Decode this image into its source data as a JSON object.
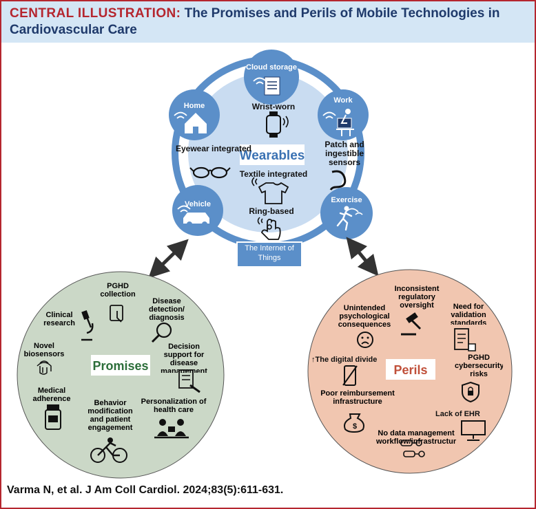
{
  "header": {
    "label": "CENTRAL ILLUSTRATION:",
    "title": "The Promises and Perils of Mobile Technologies in Cardiovascular Care"
  },
  "wearables": {
    "center_label": "Wearables",
    "devices": [
      "Wrist-worn",
      "Eyewear integrated",
      "Patch and ingestible sensors",
      "Textile integrated",
      "Ring-based"
    ],
    "nodes": [
      "Cloud storage",
      "Home",
      "Work",
      "Vehicle",
      "Exercise"
    ],
    "iot_label": "The Internet of Things"
  },
  "promises": {
    "label": "Promises",
    "items": [
      "PGHD collection",
      "Clinical research",
      "Disease detection/ diagnosis",
      "Novel biosensors",
      "Decision support for disease management",
      "Medical adherence",
      "Behavior modification and patient engagement",
      "Personalization of health care"
    ]
  },
  "perils": {
    "label": "Perils",
    "items": [
      "Inconsistent regulatory oversight",
      "Unintended psychological consequences",
      "Need for validation standards",
      "↑The digital divide",
      "PGHD cybersecurity risks",
      "Poor reimbursement infrastructure",
      "Lack of EHR",
      "No data management workflow/infrastructure"
    ]
  },
  "citation": "Varma N, et al. J Am Coll Cardiol. 2024;83(5):611-631.",
  "colors": {
    "red": "#b5262f",
    "navy": "#1f3a6b",
    "blue": "#5b8fc9",
    "light_blue": "#c9dcf1",
    "green": "#cbd8c7",
    "peach": "#f1c6b0",
    "promises_text": "#2c6e3a",
    "perils_text": "#c0503a"
  }
}
